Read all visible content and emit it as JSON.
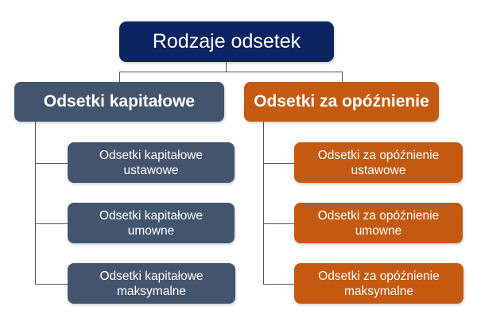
{
  "diagram": {
    "root": {
      "label": "Rodzaje odsetek",
      "color": "#0c2461"
    },
    "branches": [
      {
        "label": "Odsetki kapitałowe",
        "color": "#43556e",
        "children": [
          {
            "line1": "Odsetki kapitałowe",
            "line2": "ustawowe"
          },
          {
            "line1": "Odsetki kapitałowe",
            "line2": "umowne"
          },
          {
            "line1": "Odsetki kapitałowe",
            "line2": "maksymalne"
          }
        ]
      },
      {
        "label": "Odsetki za opóźnienie",
        "color": "#c45a12",
        "children": [
          {
            "line1": "Odsetki za opóźnienie",
            "line2": "ustawowe"
          },
          {
            "line1": "Odsetki za opóźnienie",
            "line2": "umowne"
          },
          {
            "line1": "Odsetki za opóźnienie",
            "line2": "maksymalne"
          }
        ]
      }
    ]
  }
}
